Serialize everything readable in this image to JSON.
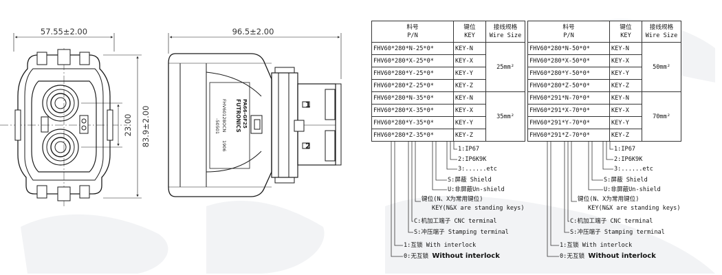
{
  "dimensions": {
    "front_width": "57.55±2.00",
    "side_length": "96.5±2.00",
    "pitch": "23.00",
    "height": "83.9±2.00"
  },
  "housing_text": {
    "brand": "FUTRONICS",
    "model": "PA66-GF25",
    "part": "FHV60128OCN",
    "date": "1906",
    "code": "-50501"
  },
  "pin_labels": [
    "1",
    "2"
  ],
  "table_headers": {
    "pn": "料号",
    "pn_en": "P/N",
    "key": "键位",
    "key_en": "KEY",
    "wire": "接线规格",
    "wire_en": "Wire Size"
  },
  "left_table": {
    "rows": [
      {
        "pn": "FHV60*280*N-25*0*",
        "key": "KEY-N"
      },
      {
        "pn": "FHV60*280*X-25*0*",
        "key": "KEY-X"
      },
      {
        "pn": "FHV60*280*Y-25*0*",
        "key": "KEY-Y"
      },
      {
        "pn": "FHV60*280*Z-25*0*",
        "key": "KEY-Z"
      },
      {
        "pn": "FHV60*280*N-35*0*",
        "key": "KEY-N"
      },
      {
        "pn": "FHV60*280*X-35*0*",
        "key": "KEY-X"
      },
      {
        "pn": "FHV60*280*Y-35*0*",
        "key": "KEY-Y"
      },
      {
        "pn": "FHV60*280*Z-35*0*",
        "key": "KEY-Z"
      }
    ],
    "wire_sizes": [
      "25mm²",
      "35mm²"
    ]
  },
  "right_table": {
    "rows": [
      {
        "pn": "FHV60*280*N-50*0*",
        "key": "KEY-N"
      },
      {
        "pn": "FHV60*280*X-50*0*",
        "key": "KEY-X"
      },
      {
        "pn": "FHV60*280*Y-50*0*",
        "key": "KEY-Y"
      },
      {
        "pn": "FHV60*280*Z-50*0*",
        "key": "KEY-Z"
      },
      {
        "pn": "FHV60*291*N-70*0*",
        "key": "KEY-N"
      },
      {
        "pn": "FHV60*291*X-70*0*",
        "key": "KEY-X"
      },
      {
        "pn": "FHV60*291*Y-70*0*",
        "key": "KEY-Y"
      },
      {
        "pn": "FHV60*291*Z-70*0*",
        "key": "KEY-Z"
      }
    ],
    "wire_sizes": [
      "50mm²",
      "70mm²"
    ]
  },
  "legend": {
    "ip1": "1:IP67",
    "ip2": "2:IP6K9K",
    "ip3": "3:......etc",
    "shield_s": "S:屏蔽 Shield",
    "shield_u": "U:非屏蔽Un-shield",
    "key_cn": "键位(N、X为常用键位)",
    "key_en": "KEY(N&X are standing keys)",
    "term_c": "C:机加工端子 CNC terminal",
    "term_s": "S:冲压端子 Stamping terminal",
    "lock_1": "1:互锁 With interlock",
    "lock_0_cn": "0:无互锁 ",
    "lock_0_en": "Without interlock"
  }
}
